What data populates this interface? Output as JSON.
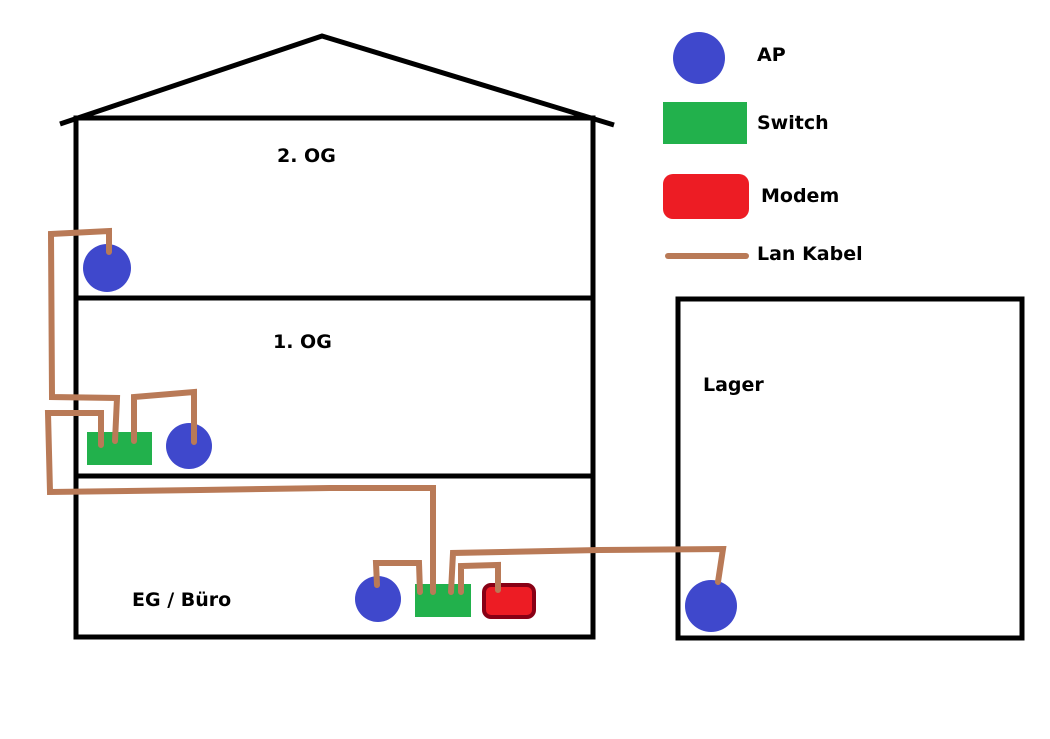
{
  "colors": {
    "ap": "#3f48cc",
    "switch": "#22b14c",
    "modem": "#ed1c24",
    "modem_border": "#880015",
    "cable": "#b97a57",
    "wall": "#000000"
  },
  "legend": {
    "items": [
      {
        "key": "ap",
        "label": "AP"
      },
      {
        "key": "switch",
        "label": "Switch"
      },
      {
        "key": "modem",
        "label": "Modem"
      },
      {
        "key": "cable",
        "label": "Lan Kabel"
      }
    ]
  },
  "building": {
    "floors": [
      {
        "id": "og2",
        "label": "2. OG"
      },
      {
        "id": "og1",
        "label": "1. OG"
      },
      {
        "id": "eg",
        "label": "EG / Büro"
      }
    ]
  },
  "annex": {
    "label": "Lager"
  },
  "devices": [
    {
      "type": "ap",
      "location": "2. OG"
    },
    {
      "type": "switch",
      "location": "1. OG"
    },
    {
      "type": "ap",
      "location": "1. OG"
    },
    {
      "type": "ap",
      "location": "EG / Büro"
    },
    {
      "type": "switch",
      "location": "EG / Büro"
    },
    {
      "type": "modem",
      "location": "EG / Büro"
    },
    {
      "type": "ap",
      "location": "Lager"
    }
  ],
  "connections": [
    {
      "from": "Switch 1. OG",
      "to": "AP 2. OG"
    },
    {
      "from": "Switch 1. OG",
      "to": "AP 1. OG"
    },
    {
      "from": "Switch 1. OG",
      "to": "Switch EG"
    },
    {
      "from": "Switch EG",
      "to": "AP EG"
    },
    {
      "from": "Switch EG",
      "to": "Modem"
    },
    {
      "from": "Switch EG",
      "to": "AP Lager"
    }
  ]
}
